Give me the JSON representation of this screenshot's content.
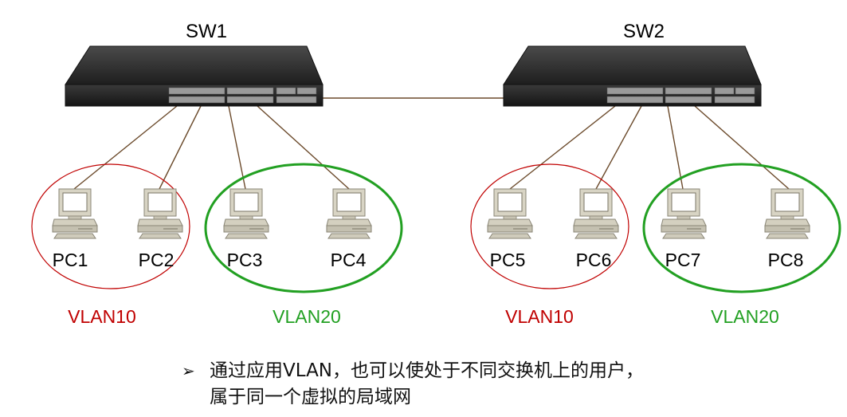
{
  "switches": [
    {
      "label": "SW1"
    },
    {
      "label": "SW2"
    }
  ],
  "pcs": [
    {
      "label": "PC1"
    },
    {
      "label": "PC2"
    },
    {
      "label": "PC3"
    },
    {
      "label": "PC4"
    },
    {
      "label": "PC5"
    },
    {
      "label": "PC6"
    },
    {
      "label": "PC7"
    },
    {
      "label": "PC8"
    }
  ],
  "vlans": [
    {
      "label": "VLAN10",
      "color": "#c00000"
    },
    {
      "label": "VLAN20",
      "color": "#22a022"
    },
    {
      "label": "VLAN10",
      "color": "#c00000"
    },
    {
      "label": "VLAN20",
      "color": "#22a022"
    }
  ],
  "caption": {
    "bullet": "➢",
    "line1": "通过应用VLAN，也可以使处于不同交换机上的用户，",
    "line2": "属于同一个虚拟的局域网"
  },
  "colors": {
    "cable": "#6b4a2b",
    "vlan10": "#c00000",
    "vlan20": "#22a022",
    "switch_body": "#2a2a2a"
  }
}
